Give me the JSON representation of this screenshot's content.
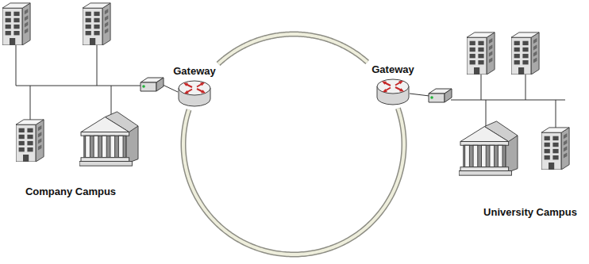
{
  "diagram": {
    "nodes": [
      {
        "text": [
          "Gateway"
        ]
      },
      {
        "text": [
          "Gateway"
        ]
      }
    ],
    "edges": [
      {
        "from": 0,
        "to": 1,
        "arrow": "none"
      },
      {
        "from": 0,
        "to": 1,
        "arrow": "none"
      }
    ],
    "labels": [
      "Company Campus",
      "University Campus"
    ]
  }
}
